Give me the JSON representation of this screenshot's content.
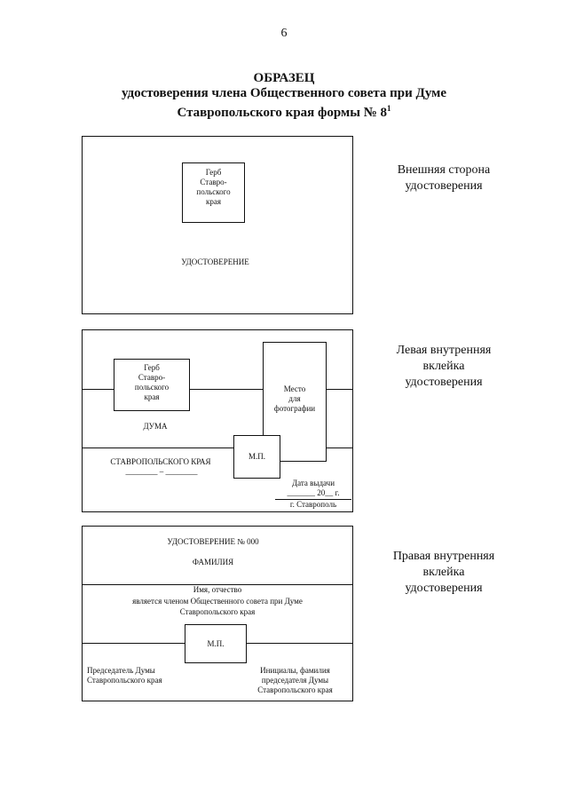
{
  "page": {
    "number": "6"
  },
  "header": {
    "title": "ОБРАЗЕЦ",
    "line2": "удостоверения члена Общественного совета при Думе",
    "line3": "Ставропольского края формы № 8",
    "sup": "1"
  },
  "outer": {
    "side_label_1": "Внешняя сторона",
    "side_label_2": "удостоверения",
    "emblem": [
      "Герб",
      "Ставро-",
      "польского",
      "края"
    ],
    "caption": "УДОСТОВЕРЕНИЕ"
  },
  "left": {
    "side_label_1": "Левая внутренняя",
    "side_label_2": "вклейка",
    "side_label_3": "удостоверения",
    "emblem": [
      "Герб",
      "Ставро-",
      "польского",
      "края"
    ],
    "duma": "ДУМА",
    "region": "СТАВРОПОЛЬСКОГО КРАЯ",
    "dashes": "________ – ________",
    "photo": [
      "Место",
      "для",
      "фотографии"
    ],
    "stamp": "М.П.",
    "date_label": "Дата выдачи",
    "date_line": "_______ 20__ г.",
    "city": "г. Ставрополь"
  },
  "right": {
    "side_label_1": "Правая внутренняя",
    "side_label_2": "вклейка",
    "side_label_3": "удостоверения",
    "cert_number": "УДОСТОВЕРЕНИЕ № 000",
    "surname": "ФАМИЛИЯ",
    "name_line": "Имя, отчество",
    "member_line1": "является членом Общественного совета при Думе",
    "member_line2": "Ставропольского края",
    "stamp": "М.П.",
    "chair_left1": "Председатель Думы",
    "chair_left2": "Ставропольского края",
    "chair_right1": "Инициалы, фамилия",
    "chair_right2": "председателя Думы",
    "chair_right3": "Ставропольского края"
  }
}
